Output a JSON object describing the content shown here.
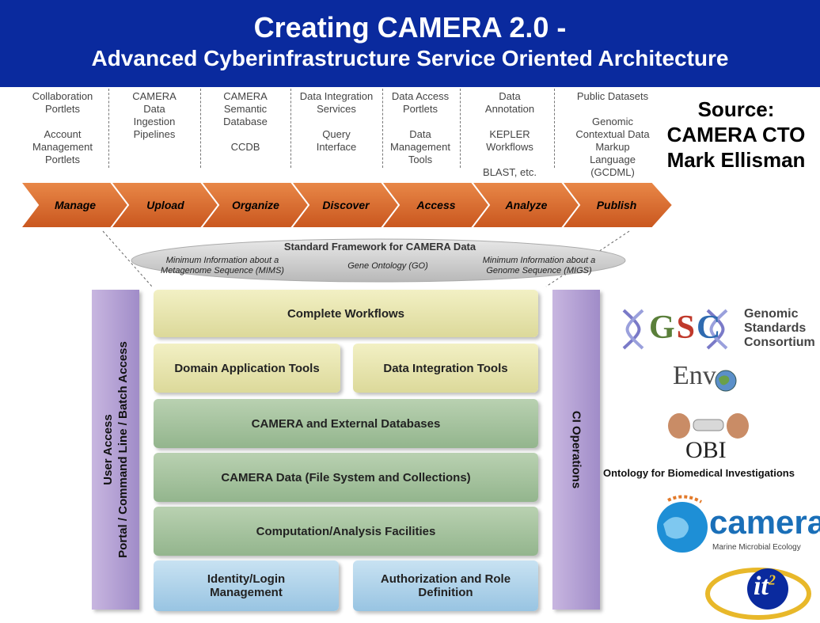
{
  "header": {
    "title": "Creating CAMERA 2.0 -",
    "subtitle": "Advanced Cyberinfrastructure Service Oriented Architecture"
  },
  "columns": [
    {
      "lines": [
        "Collaboration",
        "Portlets",
        "",
        "Account",
        "Management",
        "Portlets"
      ]
    },
    {
      "lines": [
        "CAMERA",
        "Data",
        "Ingestion",
        "Pipelines"
      ]
    },
    {
      "lines": [
        "CAMERA",
        "Semantic",
        "Database",
        "",
        "CCDB"
      ]
    },
    {
      "lines": [
        "Data Integration",
        "Services",
        "",
        "Query",
        "Interface"
      ]
    },
    {
      "lines": [
        "Data Access",
        "Portlets",
        "",
        "Data",
        "Management",
        "Tools"
      ]
    },
    {
      "lines": [
        "Data",
        "Annotation",
        "",
        "KEPLER",
        "Workflows",
        "",
        "BLAST, etc."
      ]
    },
    {
      "lines": [
        "Public Datasets",
        "",
        "Genomic",
        "Contextual Data",
        "Markup",
        "Language",
        "(GCDML)"
      ]
    }
  ],
  "source": {
    "line1": "Source:",
    "line2": "CAMERA  CTO",
    "line3": "Mark Ellisman"
  },
  "stages": [
    "Manage",
    "Upload",
    "Organize",
    "Discover",
    "Access",
    "Analyze",
    "Publish"
  ],
  "framework": {
    "title": "Standard Framework for CAMERA Data",
    "left": "Minimum Information about a\nMetagenome Sequence (MIMS)",
    "center": "Gene Ontology (GO)",
    "right": "Minimum Information about a\nGenome Sequence (MIGS)"
  },
  "stack": {
    "complete_workflows": "Complete Workflows",
    "domain_tools": "Domain Application Tools",
    "integration_tools": "Data Integration Tools",
    "databases": "CAMERA and External Databases",
    "camera_data": "CAMERA Data (File System and Collections)",
    "computation": "Computation/Analysis Facilities",
    "identity": "Identity/Login\nManagement",
    "authorization": "Authorization and Role\nDefinition"
  },
  "left_bar": {
    "line1": "User Access",
    "line2": "Portal / Command Line / Batch Access"
  },
  "right_bar": "CI Operations",
  "logos": {
    "gsc_letters": "GSC",
    "gsc_text": [
      "Genomic",
      "Standards",
      "Consortium"
    ],
    "envo": "Env",
    "obi": "OBI",
    "obi_caption": "Ontology for Biomedical Investigations",
    "camera_name": "camera",
    "camera_tag": "Marine Microbial Ecology",
    "it2": "it",
    "it2_sup": "2"
  },
  "colors": {
    "header_bg": "#0a2a9e",
    "arrow_fill": "#d9662a",
    "yellow_box": "#e8e6b0",
    "green_box": "#a7c39f",
    "blue_box": "#b0d4ec",
    "purple_bar": "#b4a2d6"
  }
}
